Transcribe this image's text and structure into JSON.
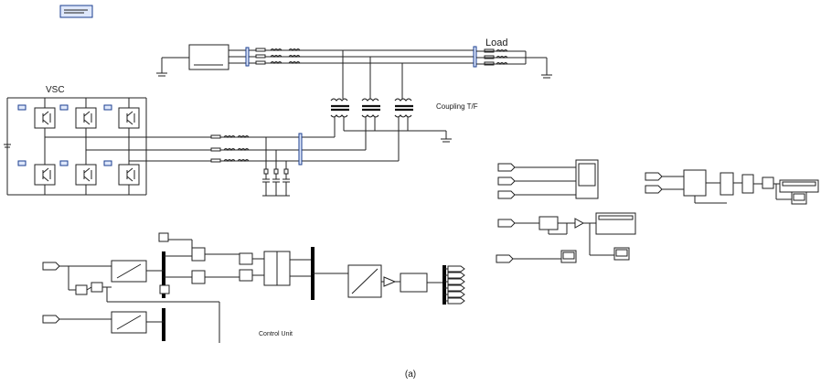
{
  "labels": {
    "load": "Load",
    "vsc": "VSC",
    "coupling": "Coupling T/F",
    "control_unit": "Control Unit",
    "caption": "(a)"
  },
  "colors": {
    "wire": "#222222",
    "block_accent": "#1a3d8f",
    "label": "#1a1a1a"
  }
}
